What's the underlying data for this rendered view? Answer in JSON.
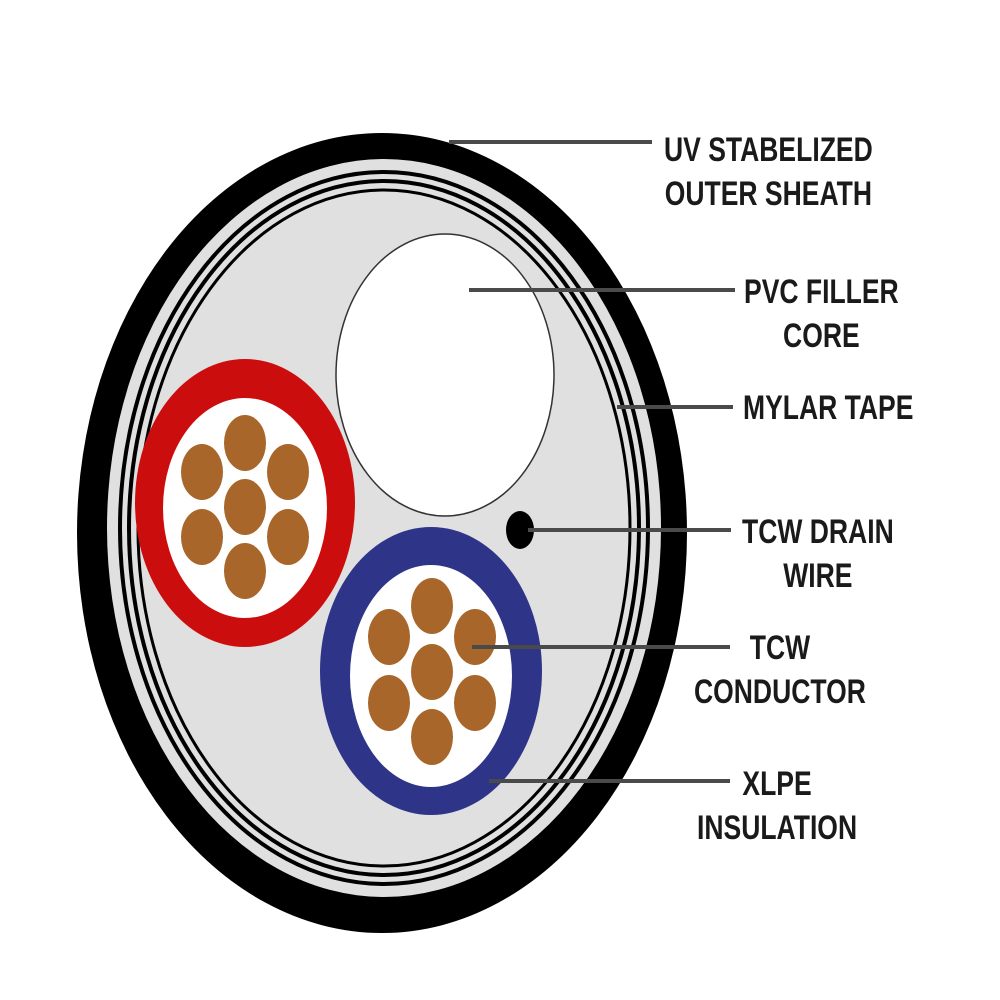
{
  "colors": {
    "outer_sheath": "#000000",
    "filler": "#e0e0e0",
    "red_insulation": "#cc0d0d",
    "blue_insulation": "#2e3588",
    "copper": "#a8662a",
    "leader_line": "#4a4a4a"
  },
  "labels": {
    "outer_sheath": [
      "UV STABELIZED",
      "OUTER SHEATH"
    ],
    "filler_core": [
      "PVC FILLER",
      "CORE"
    ],
    "mylar_tape": [
      "MYLAR TAPE"
    ],
    "drain_wire": [
      "TCW DRAIN",
      "WIRE"
    ],
    "conductor": [
      "TCW",
      "CONDUCTOR"
    ],
    "insulation": [
      "XLPE",
      "INSULATION"
    ]
  }
}
